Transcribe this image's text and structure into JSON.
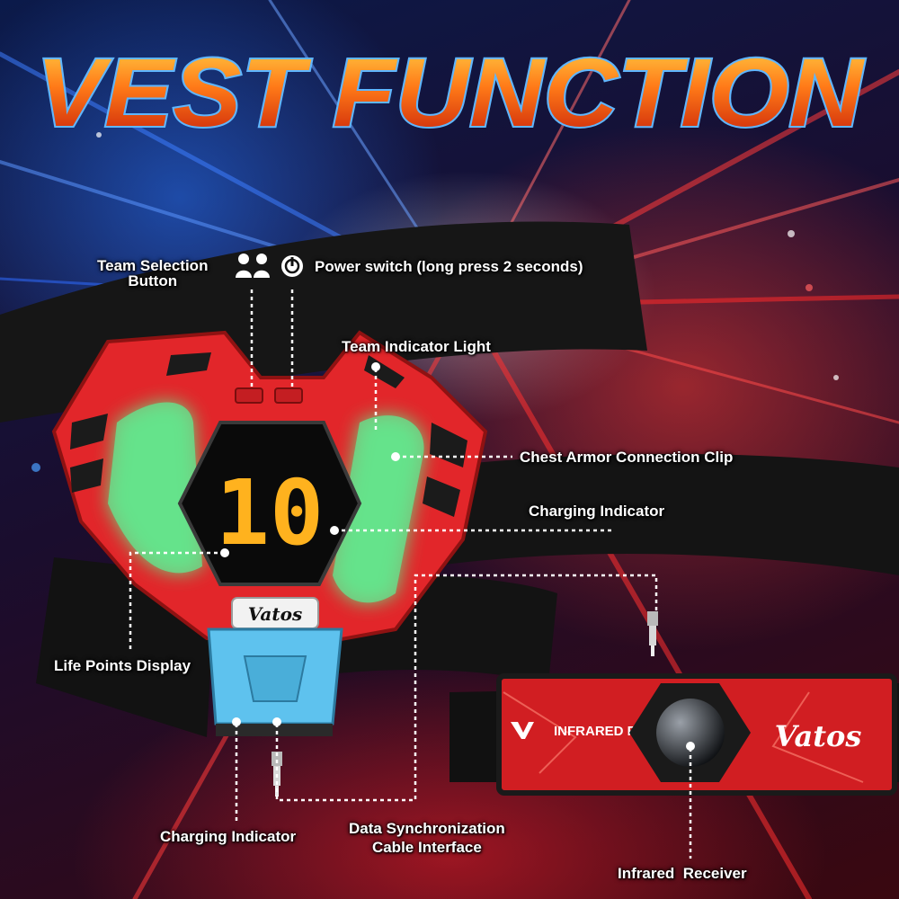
{
  "title": "VEST FUNCTION",
  "labels": {
    "team_selection_line1": "Team Selection",
    "team_selection_line2": "Button",
    "power_switch": "Power switch (long press 2 seconds)",
    "team_indicator_light": "Team Indicator Light",
    "chest_armor_clip": "Chest Armor Connection Clip",
    "charging_indicator_right": "Charging Indicator",
    "life_points_display": "Life Points Display",
    "charging_indicator_bottom": "Charging Indicator",
    "data_sync_line1": "Data Synchronization",
    "data_sync_line2": "Cable Interface",
    "infrared_receiver": "Infrared  Receiver"
  },
  "device": {
    "display_value": "10",
    "brand": "Vatos",
    "sensor_text": "INFRARED RAY",
    "sensor_brand": "Vatos"
  },
  "colors": {
    "vest_red": "#e2262a",
    "glow_green": "#5cf08a",
    "clip_blue": "#5ec2ee",
    "digit_amber": "#ffb21e",
    "strap": "#151515"
  },
  "icons": [
    "team-people-icon",
    "power-icon"
  ]
}
